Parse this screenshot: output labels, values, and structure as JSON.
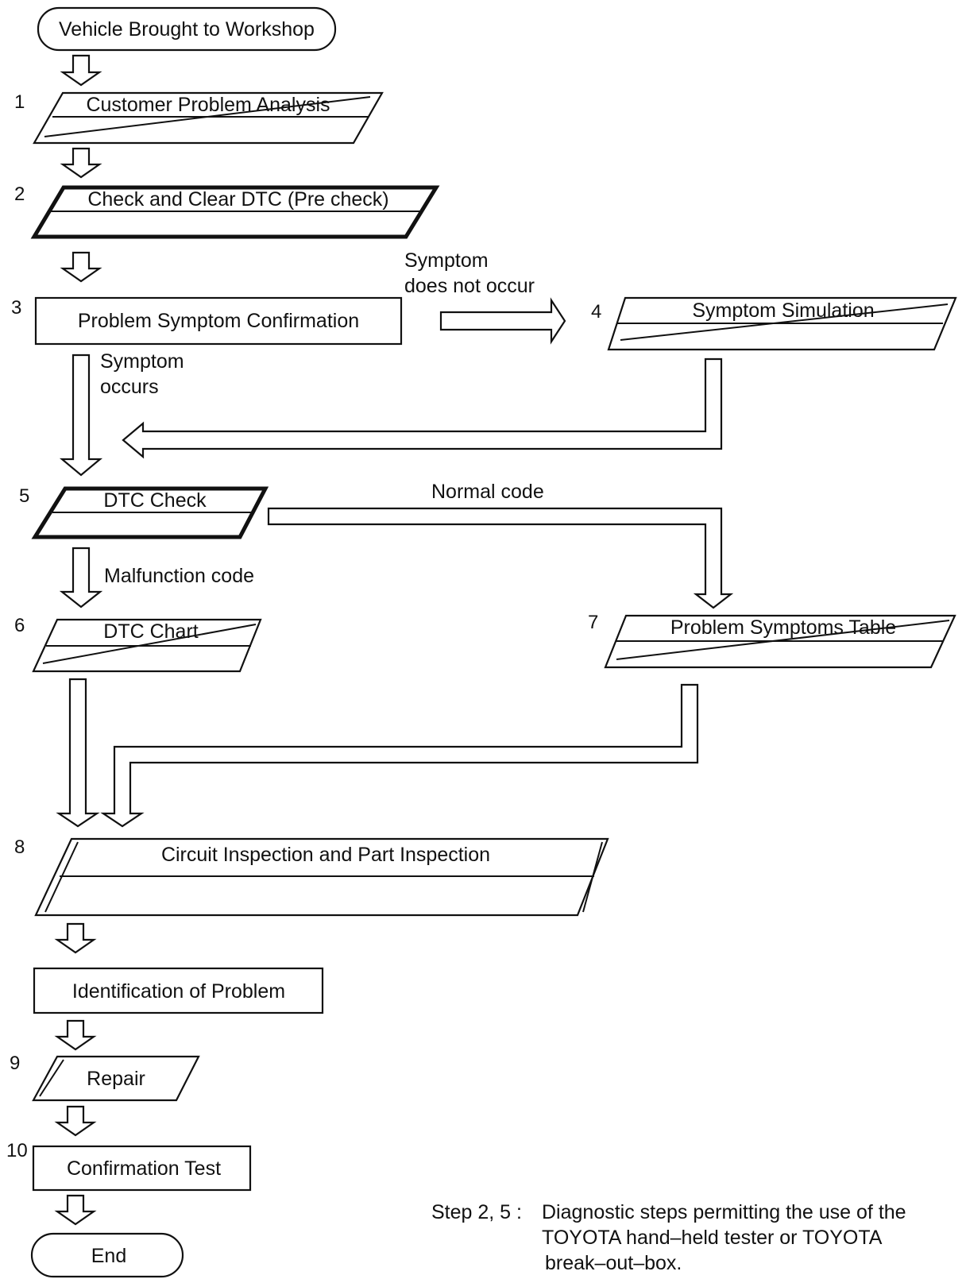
{
  "steps": {
    "start": "Vehicle Brought to Workshop",
    "s1": {
      "num": "1",
      "label": "Customer Problem Analysis"
    },
    "s2": {
      "num": "2",
      "label": "Check and Clear DTC (Pre check)"
    },
    "s3": {
      "num": "3",
      "label": "Problem Symptom Confirmation"
    },
    "s4": {
      "num": "4",
      "label": "Symptom Simulation"
    },
    "s5": {
      "num": "5",
      "label": "DTC Check"
    },
    "s6": {
      "num": "6",
      "label": "DTC Chart"
    },
    "s7": {
      "num": "7",
      "label": "Problem Symptoms Table"
    },
    "s8": {
      "num": "8",
      "label": "Circuit Inspection and Part Inspection"
    },
    "identification": "Identification of Problem",
    "s9": {
      "num": "9",
      "label": "Repair"
    },
    "s10": {
      "num": "10",
      "label": "Confirmation Test"
    },
    "end": "End"
  },
  "edge_labels": {
    "not_occur_line1": "Symptom",
    "not_occur_line2": "does not occur",
    "occurs_line1": "Symptom",
    "occurs_line2": "occurs",
    "normal_code": "Normal code",
    "malfunction_code": "Malfunction code"
  },
  "note": {
    "prefix": "Step 2, 5 :",
    "line1": "Diagnostic steps permitting the use of the",
    "line2": "TOYOTA hand–held tester or TOYOTA",
    "line3": "break–out–box."
  }
}
